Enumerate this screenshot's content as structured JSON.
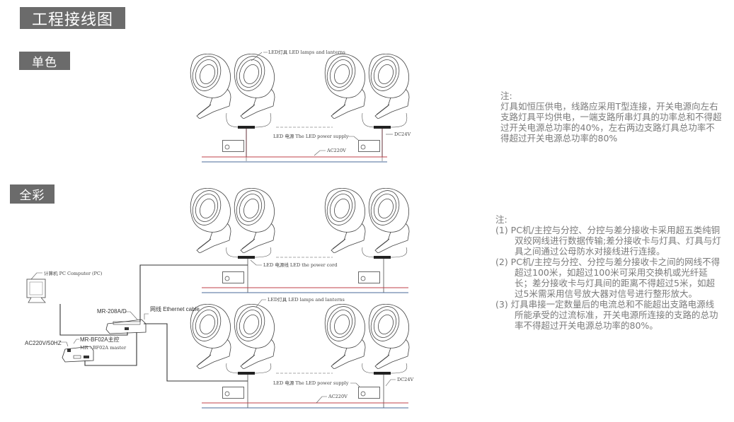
{
  "header": {
    "title": "工程接线图"
  },
  "sections": {
    "mono": "单色",
    "full": "全彩"
  },
  "mono_diagram": {
    "lamps_label": "LED灯具 LED lamps and lanterns",
    "power_supply_label": "LED 电源 The LED power supply",
    "dc_label": "DC24V",
    "ac_label": "AC220V"
  },
  "full_diagram": {
    "power_cord_label": "LED 电源线 LED the power cord",
    "pc_label": "计算机 PC Computer (PC)",
    "switch_label": "MR-208A/D",
    "ethernet_label": "网线 Ethernet cable",
    "mains_label": "AC220V/50HZ",
    "master_label_cn": "MR-BF02A主控",
    "master_label_en": "MR - BF02A master",
    "lamps_label": "LED灯具 LED lamps and lanterns",
    "power_supply_label": "LED 电源 The LED power supply",
    "dc_label": "DC24V",
    "ac_label": "AC220V"
  },
  "colors": {
    "live_wire": "#c0424a",
    "neutral_wire": "#4a6a9a",
    "tag_bg": "#6b6b6b"
  },
  "note1": {
    "heading": "注:",
    "text": "灯具如恒压供电，线路应采用T型连接，开关电源向左右支路灯具平均供电，一端支路所串灯具的功率总和不得超过开关电源总功率的40%，左右两边支路灯具总功率不得超过开关电源总功率的80%"
  },
  "note2": {
    "heading": "注:",
    "items": [
      "(1) PC机/主控与分控、分控与差分接收卡采用超五类纯铜双绞网线进行数据传输;差分接收卡与灯具、灯具与灯具之间通过公母防水对接线进行连接。",
      "(2) PC机/主控与分控、分控与差分接收卡之间的网线不得超过100米，如超过100米可采用交换机或光纤延长；差分接收卡与灯具间的距离不得超过5米，如超过5米需采用信号放大器对信号进行整形放大。",
      "(3) 灯具串接一定数量后的电流总和不能超出支路电源线所能承受的过流标准，开关电源所连接的支路的总功率不得超过开关电源总功率的80%。"
    ]
  }
}
